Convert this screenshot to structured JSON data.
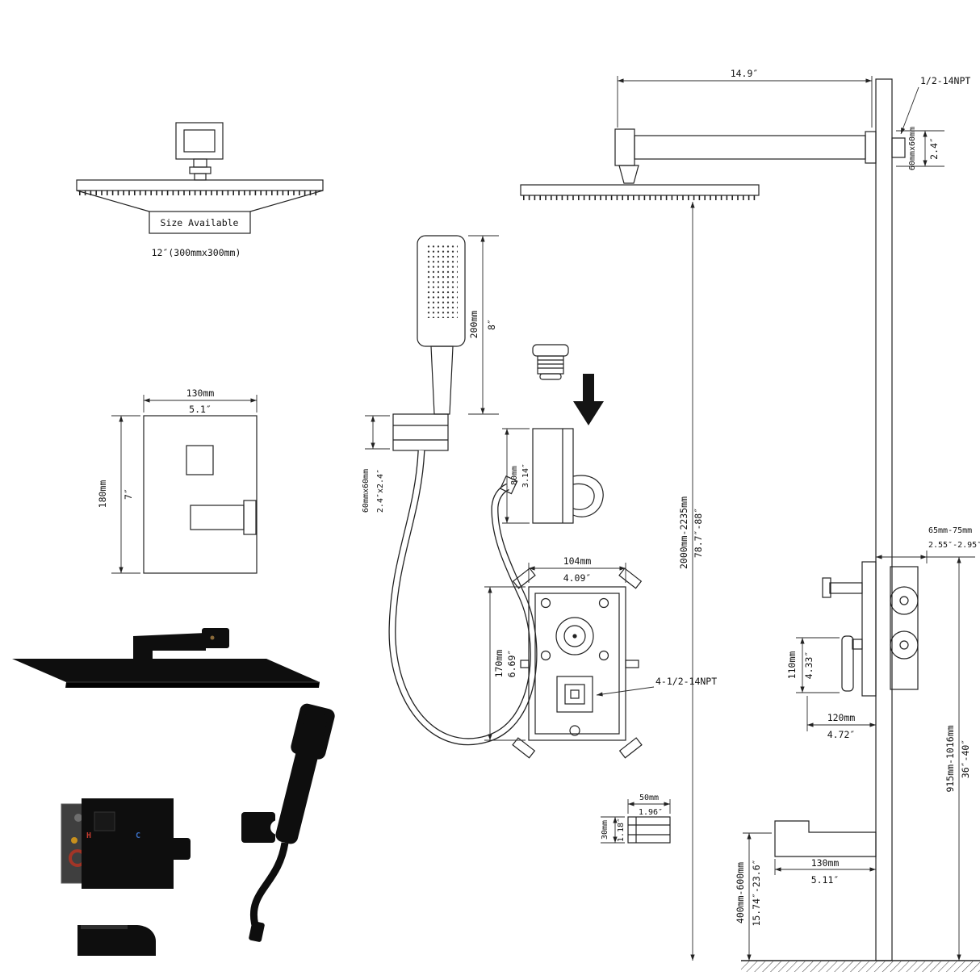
{
  "colors": {
    "line": "#222222",
    "fixture_black": "#0e0e0e",
    "hot": "#c23b2e",
    "cold": "#3a6fc4"
  },
  "head_front": {
    "size_box": "Size Available",
    "size_text": "12″(300mmx300mm)"
  },
  "arm_top": {
    "length_in": "14.9″",
    "thread_label": "1/2-14NPT",
    "flange_mm": "60mmx60mm",
    "flange_in": "2.4″"
  },
  "trim_front": {
    "width_mm": "130mm",
    "width_in": "5.1″",
    "height_mm": "180mm",
    "height_in": "7″"
  },
  "handshower": {
    "length_mm": "200mm",
    "length_in": "8″",
    "base_mm": "60mmx60mm",
    "base_in": "2.4″x2.4″"
  },
  "holder": {
    "height_mm": "80mm",
    "height_in": "3.14″"
  },
  "rough_in": {
    "width_mm": "104mm",
    "width_in": "4.09″",
    "height_mm": "170mm",
    "height_in": "6.69″",
    "thread_label": "4-1/2-14NPT"
  },
  "install": {
    "height_mm": "2000mm-2235mm",
    "height_in": "78.7″-88″",
    "depth_mm": "65mm-75mm",
    "depth_in": "2.55″-2.95″",
    "valve_h_mm": "110mm",
    "valve_h_in": "4.33″",
    "valve_w_mm": "120mm",
    "valve_w_in": "4.72″",
    "valve_floor_mm": "915mm-1016mm",
    "valve_floor_in": "36″-40″",
    "spout_floor_mm": "400mm-600mm",
    "spout_floor_in": "15.74″-23.6″",
    "spout_len_mm": "130mm",
    "spout_len_in": "5.11″"
  },
  "connector": {
    "width_mm": "50mm",
    "width_in": "1.96″",
    "height_mm": "30mm",
    "height_in": "1.18″"
  },
  "labels": {
    "hot": "H",
    "cold": "C"
  }
}
